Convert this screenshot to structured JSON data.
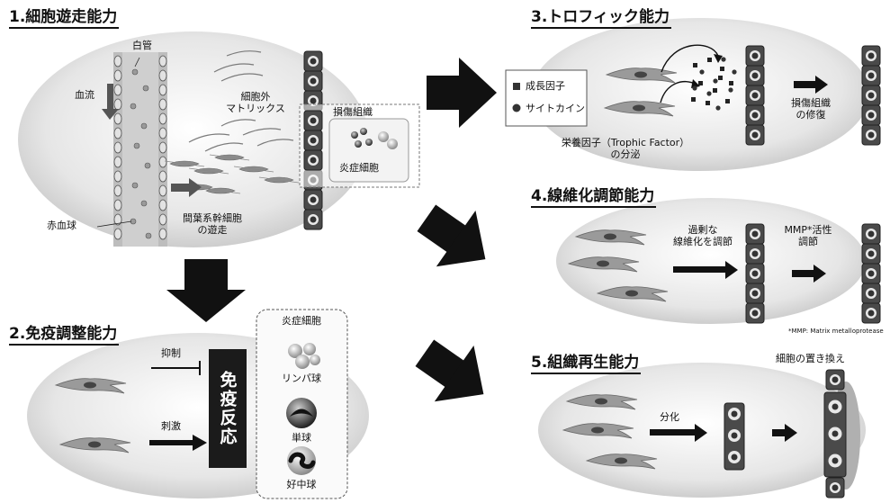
{
  "sections": {
    "s1": {
      "title": "1.細胞遊走能力",
      "blood_vessel": "白管",
      "blood_flow": "血流",
      "ecm": "細胞外\nマトリックス",
      "damaged_tissue": "損傷組織",
      "inflammatory_cells": "炎症細胞",
      "rbc": "赤血球",
      "msc_migration": "間葉系幹細胞\nの遊走"
    },
    "s2": {
      "title": "2.免疫調整能力",
      "suppress": "抑制",
      "stimulate": "刺激",
      "immune_response": "免疫反応",
      "panel_title": "炎症細胞",
      "lymphocyte": "リンパ球",
      "monocyte": "単球",
      "neutrophil": "好中球"
    },
    "s3": {
      "title": "3.トロフィック能力",
      "legend_growth": "成長因子",
      "legend_cytokine": "サイトカイン",
      "trophic": "栄養因子（Trophic Factor）\nの分泌",
      "repair": "損傷組織\nの修復"
    },
    "s4": {
      "title": "4.線維化調節能力",
      "fibrosis": "過剰な\n線維化を調節",
      "mmp": "MMP*活性\n調節",
      "footnote": "*MMP: Matrix metalloprotease"
    },
    "s5": {
      "title": "5.組織再生能力",
      "differentiation": "分化",
      "replacement": "細胞の置き換え"
    }
  },
  "colors": {
    "ink": "#111111",
    "ellipse": "#dcdcdc",
    "cell": "#555555"
  }
}
